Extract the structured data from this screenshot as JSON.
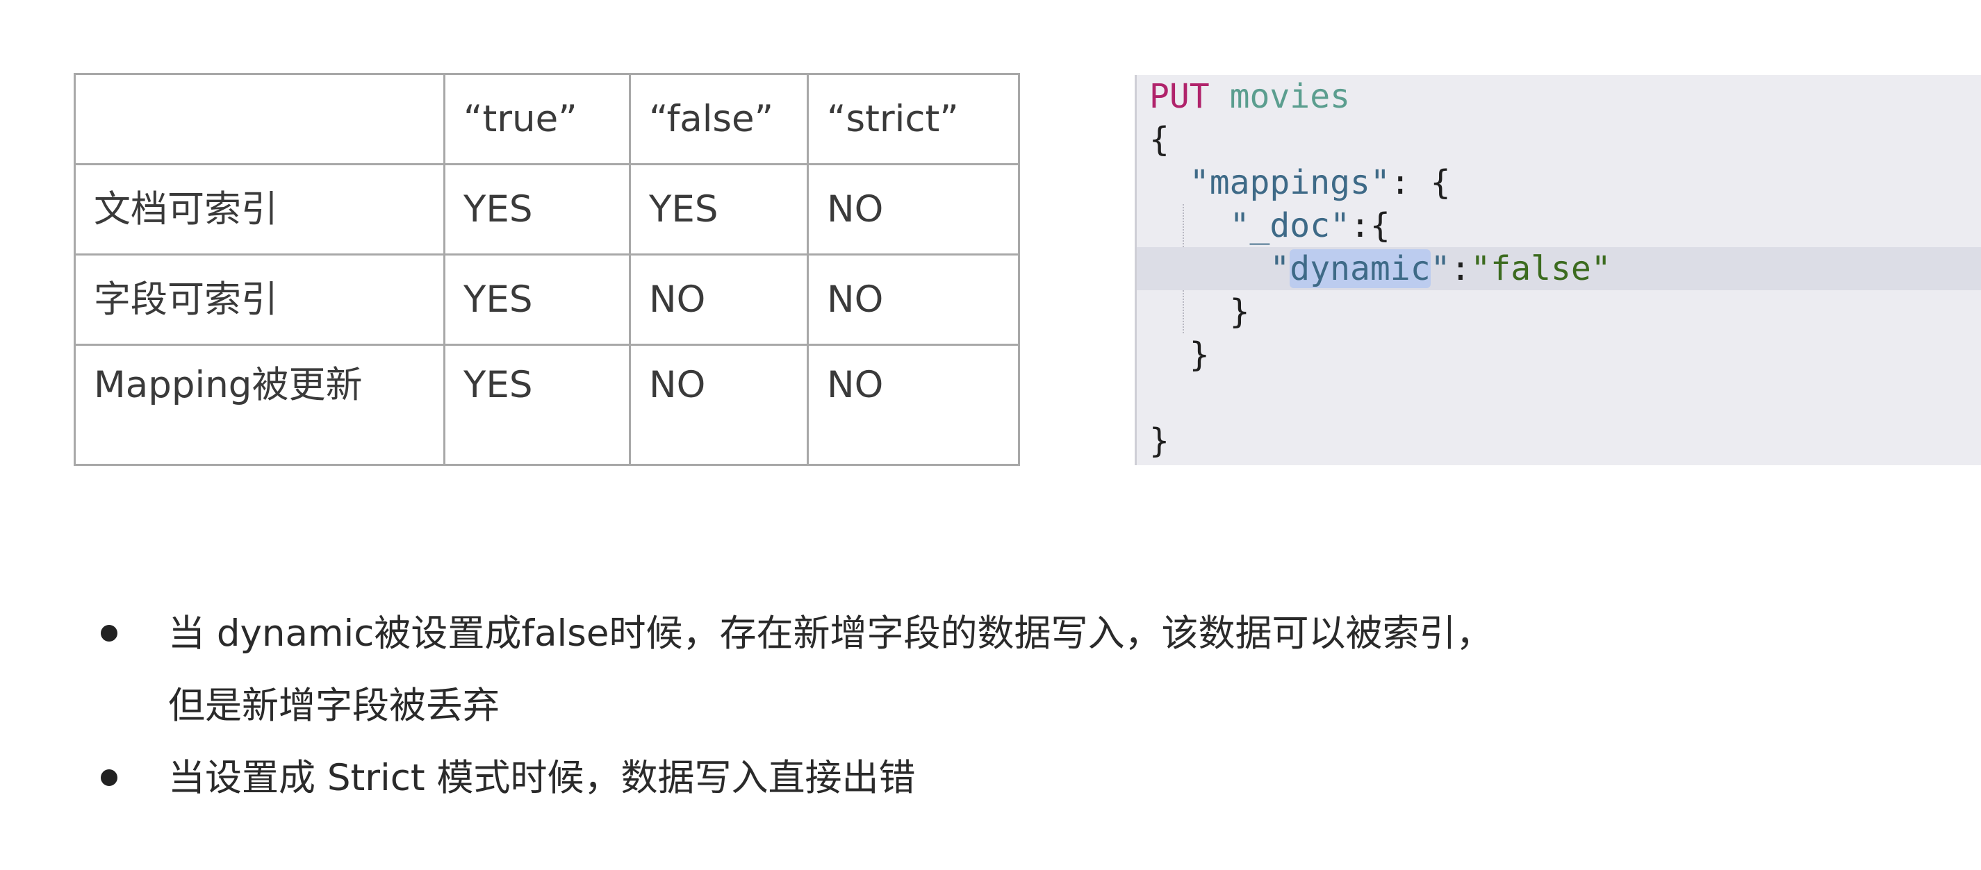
{
  "table": {
    "header": [
      "",
      "“true”",
      "“false”",
      "“strict”"
    ],
    "rows": [
      [
        "文档可索引",
        "YES",
        "YES",
        "NO"
      ],
      [
        "字段可索引",
        "YES",
        "NO",
        "NO"
      ],
      [
        "Mapping被更新",
        "YES",
        "NO",
        "NO"
      ]
    ]
  },
  "code": {
    "method": "PUT",
    "path": "movies",
    "open_brace": "{",
    "close_brace": "}",
    "mappings_key": "\"mappings\"",
    "mappings_sep": ": {",
    "doc_key": "\"_doc\"",
    "doc_sep": ":{",
    "dynamic_quote_open": "\"",
    "dynamic_key_word": "dynamic",
    "dynamic_quote_close": "\"",
    "dynamic_sep": ":",
    "dynamic_value": "\"false\"",
    "inner_close": "}",
    "mid_close": "}"
  },
  "notes": [
    {
      "lines": [
        "当 dynamic被设置成false时候，存在新增字段的数据写入，该数据可以被索引，",
        "但是新增字段被丢弃"
      ]
    },
    {
      "lines": [
        "当设置成 Strict 模式时候，数据写入直接出错"
      ]
    }
  ]
}
